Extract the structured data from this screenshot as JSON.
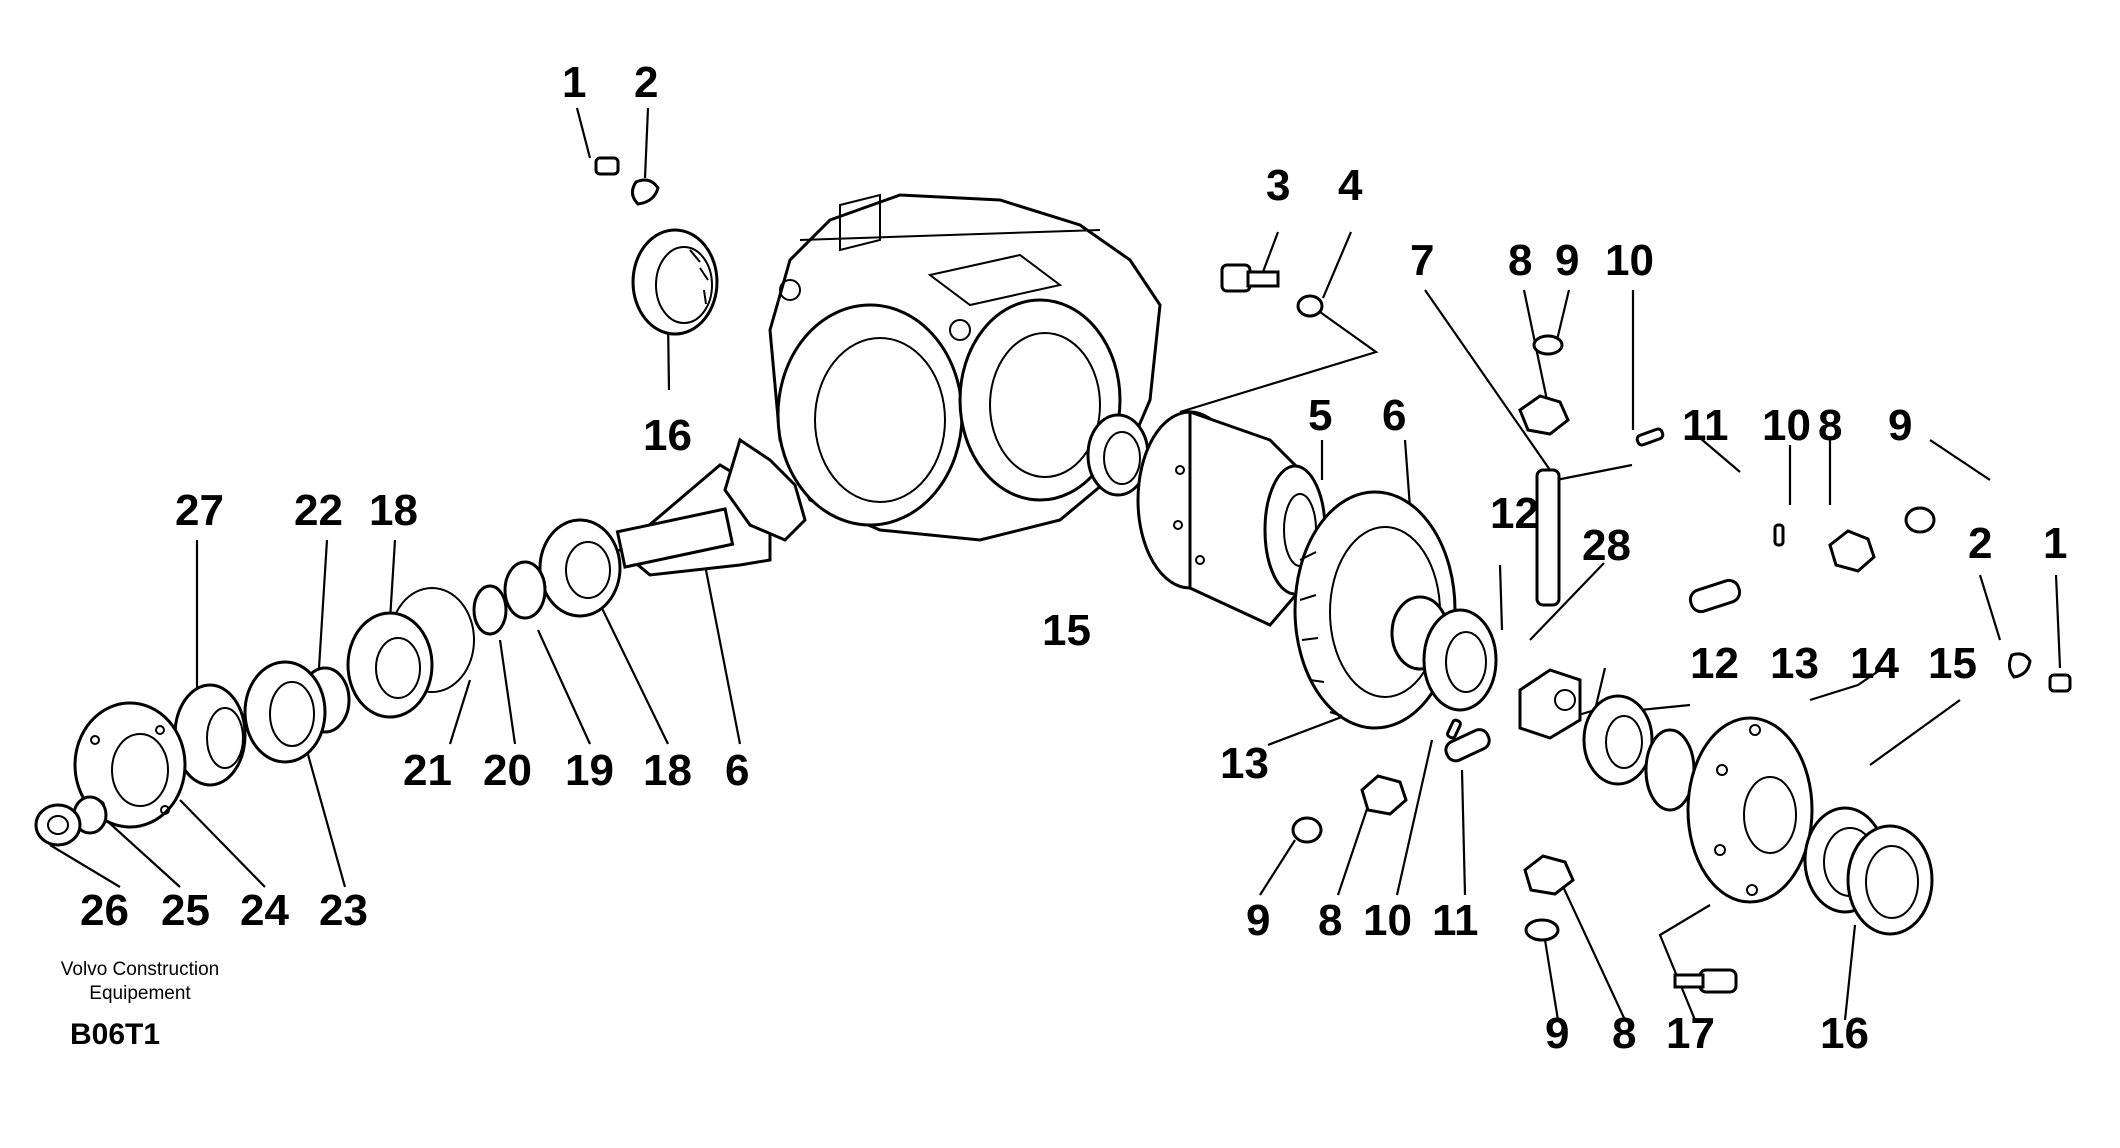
{
  "callouts": {
    "c1a": "1",
    "c2a": "2",
    "c16a": "16",
    "c3": "3",
    "c4": "4",
    "c7": "7",
    "c8a": "8",
    "c9a": "9",
    "c10a": "10",
    "c27": "27",
    "c22": "22",
    "c18a": "18",
    "c5": "5",
    "c6a": "6",
    "c15a": "15",
    "c11a": "11",
    "c10b": "10",
    "c8b": "8",
    "c9b": "9",
    "c2b": "2",
    "c1b": "1",
    "c12a": "12",
    "c28": "28",
    "c12b": "12",
    "c13b": "13",
    "c14": "14",
    "c15b": "15",
    "c13a": "13",
    "c21": "21",
    "c20": "20",
    "c19": "19",
    "c18b": "18",
    "c6b": "6",
    "c26": "26",
    "c25": "25",
    "c24": "24",
    "c23": "23",
    "c9c": "9",
    "c8c": "8",
    "c10c": "10",
    "c11b": "11",
    "c9d": "9",
    "c8d": "8",
    "c17": "17",
    "c16b": "16"
  },
  "footer": {
    "company_line1": "Volvo Construction",
    "company_line2": "Equipement",
    "figure_code": "B06T1"
  }
}
